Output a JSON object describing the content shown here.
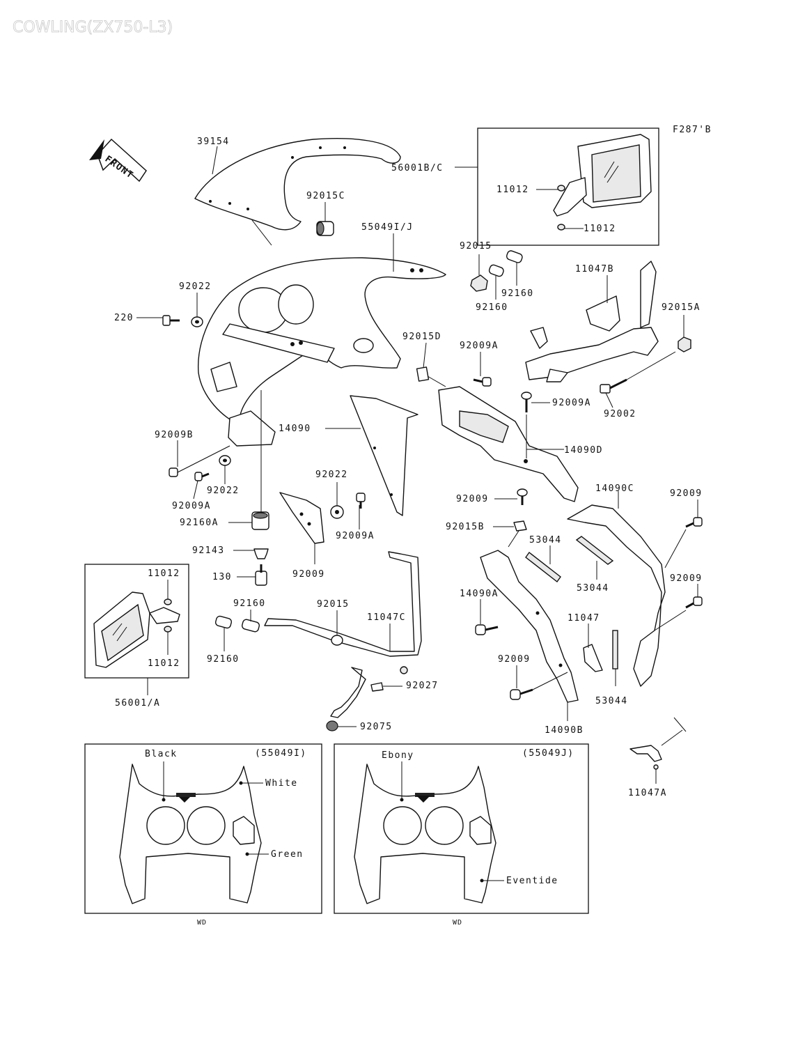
{
  "diagram": {
    "title": "COWLING(ZX750-L3)",
    "figure_code": "F287'B",
    "front_label": "FRONT",
    "parts": [
      {
        "id": "p39154",
        "label": "39154"
      },
      {
        "id": "p92015C",
        "label": "92015C"
      },
      {
        "id": "p56001BC",
        "label": "56001B/C"
      },
      {
        "id": "p11012a",
        "label": "11012"
      },
      {
        "id": "p11012b",
        "label": "11012"
      },
      {
        "id": "p55049IJ",
        "label": "55049I/J"
      },
      {
        "id": "p92015",
        "label": "92015"
      },
      {
        "id": "p92160a",
        "label": "92160"
      },
      {
        "id": "p92160b",
        "label": "92160"
      },
      {
        "id": "p11047B",
        "label": "11047B"
      },
      {
        "id": "p92022a",
        "label": "92022"
      },
      {
        "id": "p220",
        "label": "220"
      },
      {
        "id": "p92015A",
        "label": "92015A"
      },
      {
        "id": "p92015D",
        "label": "92015D"
      },
      {
        "id": "p92009Aa",
        "label": "92009A"
      },
      {
        "id": "p92009Ab",
        "label": "92009A"
      },
      {
        "id": "p92002",
        "label": "92002"
      },
      {
        "id": "p14090",
        "label": "14090"
      },
      {
        "id": "p14090D",
        "label": "14090D"
      },
      {
        "id": "p92009B",
        "label": "92009B"
      },
      {
        "id": "p92022b",
        "label": "92022"
      },
      {
        "id": "p92009Ac",
        "label": "92009A"
      },
      {
        "id": "p92022c",
        "label": "92022"
      },
      {
        "id": "p92009Ad",
        "label": "92009A"
      },
      {
        "id": "p92009a",
        "label": "92009"
      },
      {
        "id": "p14090C",
        "label": "14090C"
      },
      {
        "id": "p92009b",
        "label": "92009"
      },
      {
        "id": "p92160A",
        "label": "92160A"
      },
      {
        "id": "p92015B",
        "label": "92015B"
      },
      {
        "id": "p53044a",
        "label": "53044"
      },
      {
        "id": "p53044b",
        "label": "53044"
      },
      {
        "id": "p92143",
        "label": "92143"
      },
      {
        "id": "p14090A",
        "label": "14090A"
      },
      {
        "id": "p92009c",
        "label": "92009"
      },
      {
        "id": "p130",
        "label": "130"
      },
      {
        "id": "p11012c",
        "label": "11012"
      },
      {
        "id": "p92160c",
        "label": "92160"
      },
      {
        "id": "p92015b",
        "label": "92015"
      },
      {
        "id": "p11047C",
        "label": "11047C"
      },
      {
        "id": "p92009d",
        "label": "92009"
      },
      {
        "id": "p11047",
        "label": "11047"
      },
      {
        "id": "p11012d",
        "label": "11012"
      },
      {
        "id": "p92160d",
        "label": "92160"
      },
      {
        "id": "p92027",
        "label": "92027"
      },
      {
        "id": "p92009e",
        "label": "92009"
      },
      {
        "id": "p53044c",
        "label": "53044"
      },
      {
        "id": "p56001A",
        "label": "56001/A"
      },
      {
        "id": "p92075",
        "label": "92075"
      },
      {
        "id": "p14090B",
        "label": "14090B"
      },
      {
        "id": "p11047A",
        "label": "11047A"
      }
    ],
    "variants": [
      {
        "code": "(55049I)",
        "footer": "WD",
        "colors": [
          {
            "name": "Black"
          },
          {
            "name": "White"
          },
          {
            "name": "Green"
          }
        ]
      },
      {
        "code": "(55049J)",
        "footer": "WD",
        "colors": [
          {
            "name": "Ebony"
          },
          {
            "name": "Eventide"
          }
        ]
      }
    ]
  }
}
